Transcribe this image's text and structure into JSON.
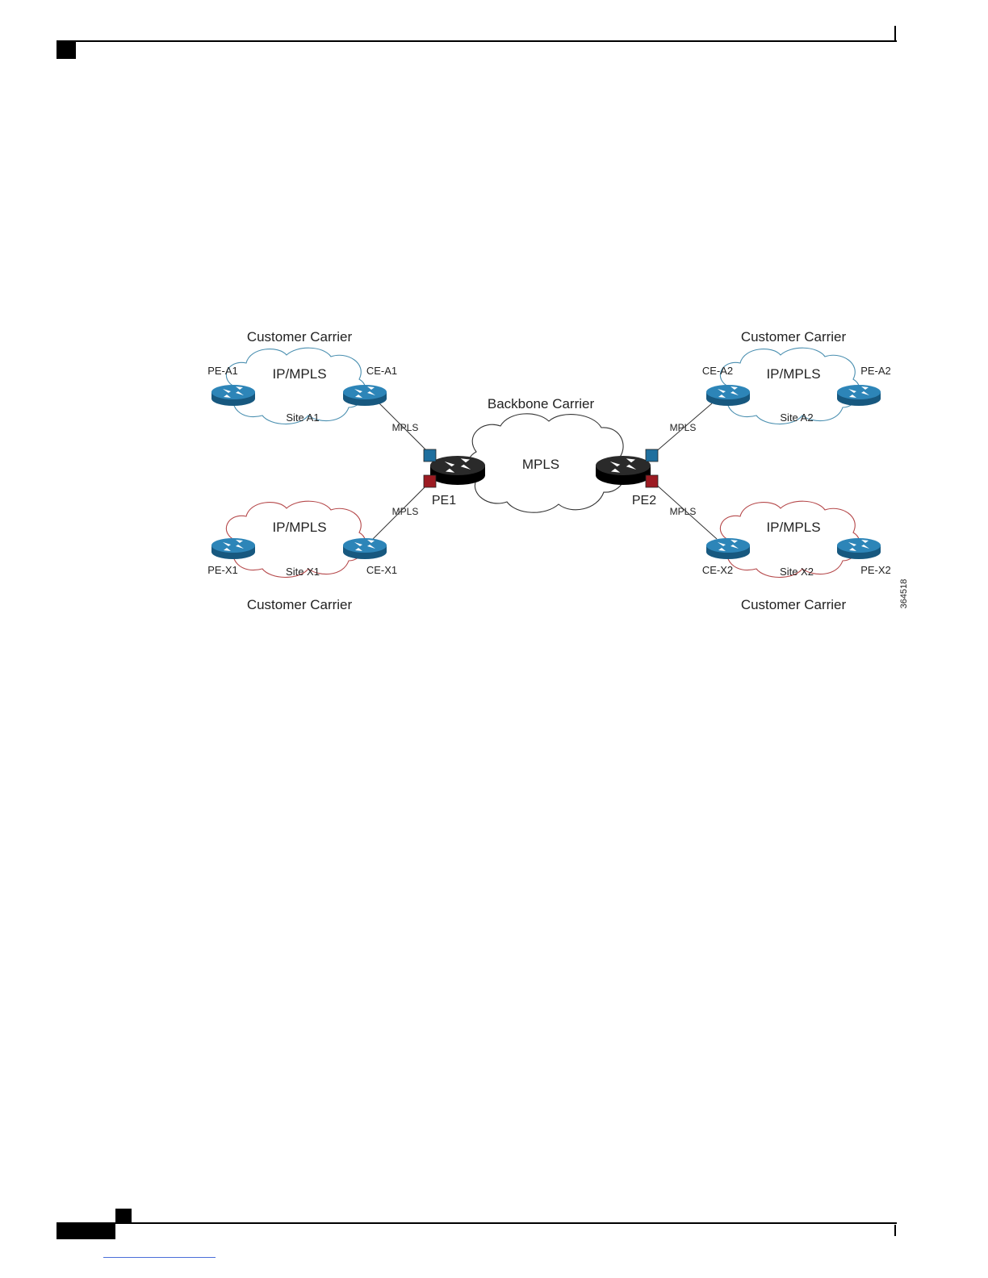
{
  "diagram": {
    "backbone": {
      "title": "Backbone Carrier",
      "cloud_label": "MPLS"
    },
    "pe_routers": {
      "left": "PE1",
      "right": "PE2"
    },
    "link_label": "MPLS",
    "sites": {
      "a1": {
        "region": "Customer Carrier",
        "cloud": "IP/MPLS",
        "site": "Site A1",
        "pe": "PE-A1",
        "ce": "CE-A1",
        "color": "#4a8fb0"
      },
      "x1": {
        "region": "Customer Carrier",
        "cloud": "IP/MPLS",
        "site": "Site X1",
        "pe": "PE-X1",
        "ce": "CE-X1",
        "color": "#b5484a"
      },
      "a2": {
        "region": "Customer Carrier",
        "cloud": "IP/MPLS",
        "site": "Site A2",
        "pe": "PE-A2",
        "ce": "CE-A2",
        "color": "#4a8fb0"
      },
      "x2": {
        "region": "Customer Carrier",
        "cloud": "IP/MPLS",
        "site": "Site X2",
        "pe": "PE-X2",
        "ce": "CE-X2",
        "color": "#b5484a"
      }
    },
    "figure_number": "364518",
    "colors": {
      "router_blue": "#1f6f9e",
      "router_black": "#111111",
      "vrf_blue": "#1f6f9e",
      "vrf_red": "#9c1b22"
    },
    "icons": [
      "router-icon",
      "vrf-square-icon"
    ]
  }
}
